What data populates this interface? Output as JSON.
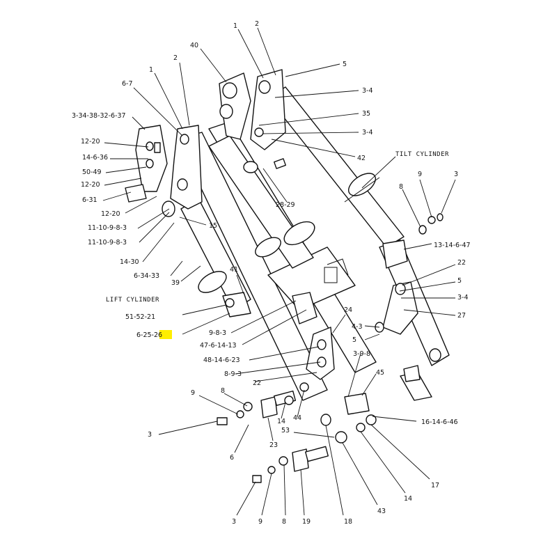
{
  "captions": {
    "tilt_cylinder": "TILT CYLINDER",
    "lift_cylinder": "LIFT CYLINDER"
  },
  "highlight_color": "#ffee00",
  "callouts": [
    {
      "id": "c-1-top",
      "text": "1"
    },
    {
      "id": "c-2-top",
      "text": "2"
    },
    {
      "id": "c-40",
      "text": "40"
    },
    {
      "id": "c-5-top",
      "text": "5"
    },
    {
      "id": "c-2-left",
      "text": "2"
    },
    {
      "id": "c-1-left",
      "text": "1"
    },
    {
      "id": "c-6-7",
      "text": "6-7"
    },
    {
      "id": "c-3-4-a",
      "text": "3-4"
    },
    {
      "id": "c-35",
      "text": "35"
    },
    {
      "id": "c-3-4-b",
      "text": "3-4"
    },
    {
      "id": "c-42",
      "text": "42"
    },
    {
      "id": "c-3-34-38",
      "text": "3-34-38-32-6-37"
    },
    {
      "id": "c-12-20-a",
      "text": "12-20"
    },
    {
      "id": "c-14-6-36",
      "text": "14-6-36"
    },
    {
      "id": "c-50-49",
      "text": "50-49"
    },
    {
      "id": "c-12-20-b",
      "text": "12-20"
    },
    {
      "id": "c-6-31",
      "text": "6-31"
    },
    {
      "id": "c-12-20-c",
      "text": "12-20"
    },
    {
      "id": "c-11-10-9-8-3-a",
      "text": "11-10-9-8-3"
    },
    {
      "id": "c-11-10-9-8-3-b",
      "text": "11-10-9-8-3"
    },
    {
      "id": "c-14-30",
      "text": "14-30"
    },
    {
      "id": "c-6-34-33",
      "text": "6-34-33"
    },
    {
      "id": "c-39",
      "text": "39"
    },
    {
      "id": "c-15",
      "text": "15"
    },
    {
      "id": "c-28-29",
      "text": "28-29"
    },
    {
      "id": "c-9-right",
      "text": "9"
    },
    {
      "id": "c-3-right",
      "text": "3"
    },
    {
      "id": "c-8-right",
      "text": "8"
    },
    {
      "id": "c-13-14-6-47",
      "text": "13-14-6-47"
    },
    {
      "id": "c-22-right",
      "text": "22"
    },
    {
      "id": "c-5-right",
      "text": "5"
    },
    {
      "id": "c-3-4-right",
      "text": "3-4"
    },
    {
      "id": "c-27",
      "text": "27"
    },
    {
      "id": "c-41",
      "text": "41"
    },
    {
      "id": "c-51-52-21",
      "text": "51-52-21"
    },
    {
      "id": "c-6-25-26",
      "text": "6-25-",
      "hl": "26"
    },
    {
      "id": "c-9-8-3",
      "text": "9-8-3"
    },
    {
      "id": "c-47-6-14-13",
      "text": "47-6-14-13"
    },
    {
      "id": "c-24",
      "text": "24"
    },
    {
      "id": "c-4-3",
      "text": "4-3"
    },
    {
      "id": "c-5-mid",
      "text": "5"
    },
    {
      "id": "c-48-14-6-23",
      "text": "48-14-6-23"
    },
    {
      "id": "c-3-9-8",
      "text": "3-9-8"
    },
    {
      "id": "c-8-9-3",
      "text": "8-9-3"
    },
    {
      "id": "c-22-mid",
      "text": "22"
    },
    {
      "id": "c-45",
      "text": "45"
    },
    {
      "id": "c-9-a",
      "text": "9"
    },
    {
      "id": "c-8-a",
      "text": "8"
    },
    {
      "id": "c-3-a",
      "text": "3"
    },
    {
      "id": "c-14-a",
      "text": "14"
    },
    {
      "id": "c-44",
      "text": "44"
    },
    {
      "id": "c-16-14-6-46",
      "text": "16-14-6-46"
    },
    {
      "id": "c-53",
      "text": "53"
    },
    {
      "id": "c-23",
      "text": "23"
    },
    {
      "id": "c-6-a",
      "text": "6"
    },
    {
      "id": "c-17",
      "text": "17"
    },
    {
      "id": "c-14-b",
      "text": "14"
    },
    {
      "id": "c-43",
      "text": "43"
    },
    {
      "id": "c-3-b",
      "text": "3"
    },
    {
      "id": "c-9-b",
      "text": "9"
    },
    {
      "id": "c-8-b",
      "text": "8"
    },
    {
      "id": "c-19",
      "text": "19"
    },
    {
      "id": "c-18",
      "text": "18"
    }
  ]
}
